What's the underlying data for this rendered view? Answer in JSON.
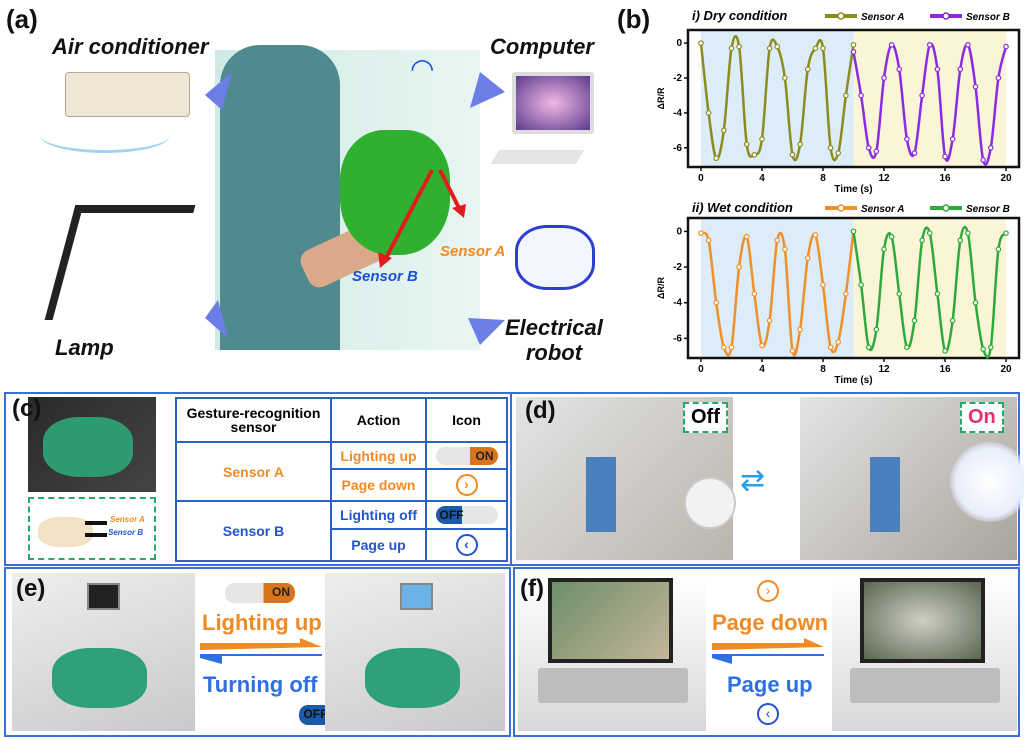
{
  "panel_a": {
    "label": "(a)",
    "air_conditioner": "Air conditioner",
    "computer": "Computer",
    "lamp": "Lamp",
    "robot_line1": "Electrical",
    "robot_line2": "robot",
    "sensor_a": "Sensor A",
    "sensor_b": "Sensor B"
  },
  "panel_b": {
    "label": "(b)"
  },
  "chart_data": [
    {
      "type": "line",
      "title": "i) Dry condition",
      "xlabel": "Time (s)",
      "ylabel": "ΔR/R",
      "xlim": [
        -0.85,
        20.85
      ],
      "ylim": [
        -7.1,
        0.75
      ],
      "xticks": [
        "0",
        "4",
        "8",
        "12",
        "16",
        "20"
      ],
      "yticks": [
        "0",
        "-2",
        "-4",
        "-6"
      ],
      "series": [
        {
          "name": "Sensor A",
          "color": "#8c8c1e",
          "x": [
            0,
            0.5,
            1,
            1.5,
            2,
            2.5,
            3,
            3.5,
            4,
            4.5,
            5,
            5.5,
            6,
            6.5,
            7,
            7.5,
            8,
            8.5,
            9,
            9.5,
            10
          ],
          "y": [
            0,
            -4,
            -6.6,
            -5,
            -0.3,
            -0.2,
            -5.8,
            -6.4,
            -5.5,
            -0.3,
            -0.2,
            -2,
            -6.4,
            -5.8,
            -1.5,
            -0.3,
            -0.3,
            -6,
            -6.3,
            -3,
            -0.1
          ]
        },
        {
          "name": "Sensor B",
          "color": "#8a2be2",
          "x": [
            10,
            10.5,
            11,
            11.5,
            12,
            12.5,
            13,
            13.5,
            14,
            14.5,
            15,
            15.5,
            16,
            16.5,
            17,
            17.5,
            18,
            18.5,
            19,
            19.5,
            20
          ],
          "y": [
            -0.5,
            -3,
            -6,
            -6.2,
            -2,
            -0.1,
            -1.5,
            -5.5,
            -6.3,
            -3,
            -0.1,
            -1.5,
            -6.5,
            -5.5,
            -1.5,
            -0.1,
            -2.5,
            -6.7,
            -6,
            -2,
            -0.2
          ]
        }
      ]
    },
    {
      "type": "line",
      "title": "ii) Wet condition",
      "xlabel": "Time (s)",
      "ylabel": "ΔR/R",
      "xlim": [
        -0.85,
        20.85
      ],
      "ylim": [
        -7.1,
        0.75
      ],
      "xticks": [
        "0",
        "4",
        "8",
        "12",
        "16",
        "20"
      ],
      "yticks": [
        "0",
        "-2",
        "-4",
        "-6"
      ],
      "series": [
        {
          "name": "Sensor A",
          "color": "#f0902a",
          "x": [
            0,
            0.5,
            1,
            1.5,
            2,
            2.5,
            3,
            3.5,
            4,
            4.5,
            5,
            5.5,
            6,
            6.5,
            7,
            7.5,
            8,
            8.5,
            9,
            9.5,
            10
          ],
          "y": [
            -0.1,
            -0.5,
            -4,
            -6.5,
            -6.5,
            -2,
            -0.3,
            -3.5,
            -6.4,
            -5,
            -0.5,
            -1,
            -6.7,
            -5.5,
            -1.5,
            -0.2,
            -3,
            -6.5,
            -6.2,
            -3.5,
            0
          ]
        },
        {
          "name": "Sensor B",
          "color": "#2eaa3a",
          "x": [
            10,
            10.5,
            11,
            11.5,
            12,
            12.5,
            13,
            13.5,
            14,
            14.5,
            15,
            15.5,
            16,
            16.5,
            17,
            17.5,
            18,
            18.5,
            19,
            19.5,
            20
          ],
          "y": [
            0,
            -3,
            -6.5,
            -5.5,
            -1,
            -0.3,
            -3.5,
            -6.5,
            -5,
            -0.5,
            -0.1,
            -3.5,
            -6.7,
            -5,
            -0.5,
            -0.1,
            -4,
            -6.6,
            -6.5,
            -1,
            -0.1
          ]
        }
      ]
    }
  ],
  "panel_c": {
    "label": "(c)",
    "inset_sensor_a": "Sensor A",
    "inset_sensor_b": "Sensor B",
    "headers": [
      "Gesture-recognition sensor",
      "Action",
      "Icon"
    ],
    "sensor_a": "Sensor A",
    "sensor_b": "Sensor B",
    "actions": [
      "Lighting up",
      "Page down",
      "Lighting off",
      "Page up"
    ],
    "on": "ON",
    "off": "OFF",
    "next": "›",
    "prev": "‹"
  },
  "panel_d": {
    "label": "(d)",
    "off": "Off",
    "on": "On"
  },
  "panel_e": {
    "label": "(e)",
    "lighting_up": "Lighting up",
    "turning_off": "Turning off",
    "on": "ON",
    "off": "OFF"
  },
  "panel_f": {
    "label": "(f)",
    "page_down": "Page down",
    "page_up": "Page up",
    "next": "›",
    "prev": "‹"
  }
}
